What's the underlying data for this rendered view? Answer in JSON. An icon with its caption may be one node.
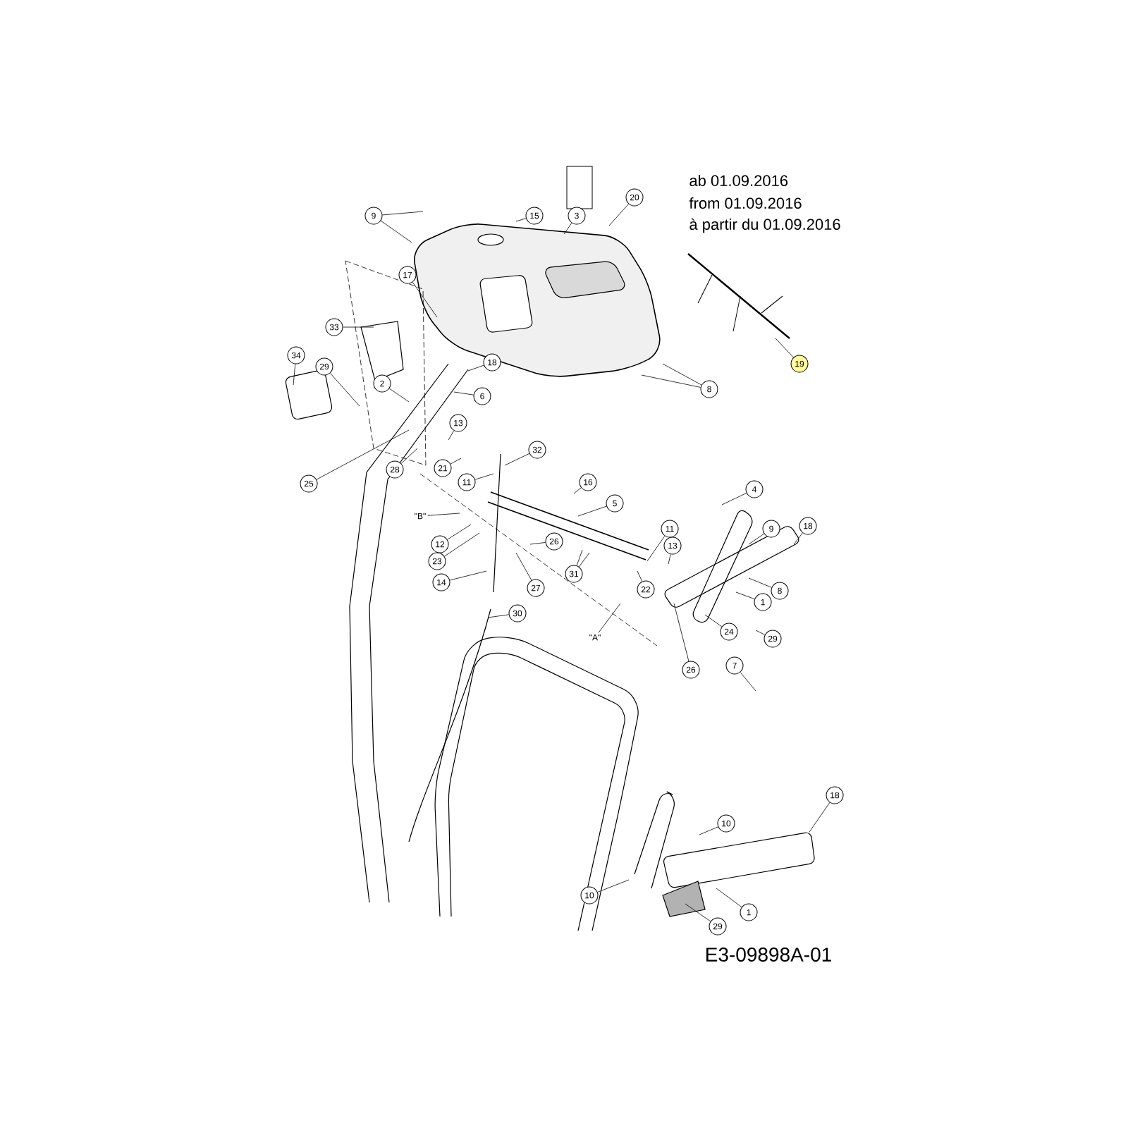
{
  "diagram": {
    "nodes": [
      {
        "text": [
          "15"
        ]
      },
      {
        "text": [
          "3"
        ]
      },
      {
        "text": [
          "20"
        ]
      },
      {
        "text": [
          "9"
        ]
      },
      {
        "text": [
          "17"
        ]
      },
      {
        "text": [
          "33"
        ]
      },
      {
        "text": [
          "34"
        ]
      },
      {
        "text": [
          "29"
        ]
      },
      {
        "text": [
          "18"
        ]
      },
      {
        "text": [
          "8"
        ]
      },
      {
        "text": [
          "19"
        ]
      },
      {
        "text": [
          "2"
        ]
      },
      {
        "text": [
          "6"
        ]
      },
      {
        "text": [
          "13"
        ]
      },
      {
        "text": [
          "32"
        ]
      },
      {
        "text": [
          "21"
        ]
      },
      {
        "text": [
          "28"
        ]
      },
      {
        "text": [
          "25"
        ]
      },
      {
        "text": [
          "11"
        ]
      },
      {
        "text": [
          "16"
        ]
      },
      {
        "text": [
          "4"
        ]
      },
      {
        "text": [
          "5"
        ]
      },
      {
        "text": [
          "\"B\""
        ]
      },
      {
        "text": [
          "9"
        ]
      },
      {
        "text": [
          "18"
        ]
      },
      {
        "text": [
          "11"
        ]
      },
      {
        "text": [
          "12"
        ]
      },
      {
        "text": [
          "26"
        ]
      },
      {
        "text": [
          "13"
        ]
      },
      {
        "text": [
          "23"
        ]
      },
      {
        "text": [
          "31"
        ]
      },
      {
        "text": [
          "14"
        ]
      },
      {
        "text": [
          "27"
        ]
      },
      {
        "text": [
          "22"
        ]
      },
      {
        "text": [
          "8"
        ]
      },
      {
        "text": [
          "1"
        ]
      },
      {
        "text": [
          "30"
        ]
      },
      {
        "text": [
          "24"
        ]
      },
      {
        "text": [
          "\"A\""
        ]
      },
      {
        "text": [
          "29"
        ]
      },
      {
        "text": [
          "26"
        ]
      },
      {
        "text": [
          "7"
        ]
      },
      {
        "text": [
          "18"
        ]
      },
      {
        "text": [
          "10"
        ]
      },
      {
        "text": [
          "10"
        ]
      },
      {
        "text": [
          "1"
        ]
      },
      {
        "text": [
          "29"
        ]
      }
    ],
    "edges": [
      {
        "from": 0,
        "to": null,
        "arrow": "none"
      },
      {
        "from": 1,
        "to": null,
        "arrow": "none"
      },
      {
        "from": 2,
        "to": null,
        "arrow": "none"
      },
      {
        "from": 3,
        "to": null,
        "arrow": "none"
      },
      {
        "from": 3,
        "to": null,
        "arrow": "none"
      },
      {
        "from": 4,
        "to": null,
        "arrow": "none"
      },
      {
        "from": 5,
        "to": null,
        "arrow": "none"
      },
      {
        "from": 6,
        "to": null,
        "arrow": "none"
      },
      {
        "from": 7,
        "to": null,
        "arrow": "none"
      },
      {
        "from": 8,
        "to": null,
        "arrow": "none"
      },
      {
        "from": 9,
        "to": null,
        "arrow": "none"
      },
      {
        "from": 9,
        "to": null,
        "arrow": "none"
      },
      {
        "from": 10,
        "to": null,
        "arrow": "none"
      },
      {
        "from": 11,
        "to": null,
        "arrow": "none"
      },
      {
        "from": 12,
        "to": null,
        "arrow": "none"
      },
      {
        "from": 13,
        "to": null,
        "arrow": "none"
      },
      {
        "from": 14,
        "to": null,
        "arrow": "none"
      },
      {
        "from": 15,
        "to": null,
        "arrow": "none"
      },
      {
        "from": 16,
        "to": null,
        "arrow": "none"
      },
      {
        "from": 17,
        "to": null,
        "arrow": "none"
      },
      {
        "from": 18,
        "to": null,
        "arrow": "none"
      },
      {
        "from": 19,
        "to": null,
        "arrow": "none"
      },
      {
        "from": 20,
        "to": null,
        "arrow": "none"
      },
      {
        "from": 21,
        "to": null,
        "arrow": "none"
      },
      {
        "from": 22,
        "to": null,
        "arrow": "none"
      },
      {
        "from": 23,
        "to": null,
        "arrow": "none"
      },
      {
        "from": 24,
        "to": null,
        "arrow": "none"
      },
      {
        "from": 25,
        "to": null,
        "arrow": "none"
      },
      {
        "from": 26,
        "to": null,
        "arrow": "none"
      },
      {
        "from": 27,
        "to": null,
        "arrow": "none"
      },
      {
        "from": 28,
        "to": null,
        "arrow": "none"
      },
      {
        "from": 29,
        "to": null,
        "arrow": "none"
      },
      {
        "from": 30,
        "to": null,
        "arrow": "none"
      },
      {
        "from": 30,
        "to": null,
        "arrow": "none"
      },
      {
        "from": 31,
        "to": null,
        "arrow": "none"
      },
      {
        "from": 32,
        "to": null,
        "arrow": "none"
      },
      {
        "from": 33,
        "to": null,
        "arrow": "none"
      },
      {
        "from": 34,
        "to": null,
        "arrow": "none"
      },
      {
        "from": 35,
        "to": null,
        "arrow": "none"
      },
      {
        "from": 36,
        "to": null,
        "arrow": "none"
      },
      {
        "from": 37,
        "to": null,
        "arrow": "none"
      },
      {
        "from": 38,
        "to": null,
        "arrow": "none"
      },
      {
        "from": 39,
        "to": null,
        "arrow": "none"
      },
      {
        "from": 40,
        "to": null,
        "arrow": "none"
      },
      {
        "from": 41,
        "to": null,
        "arrow": "none"
      },
      {
        "from": 42,
        "to": null,
        "arrow": "none"
      },
      {
        "from": 43,
        "to": null,
        "arrow": "none"
      },
      {
        "from": 44,
        "to": null,
        "arrow": "none"
      },
      {
        "from": 45,
        "to": null,
        "arrow": "none"
      },
      {
        "from": 46,
        "to": null,
        "arrow": "none"
      }
    ],
    "labels": [
      "ab 01.09.2016",
      "from 01.09.2016",
      "à partir du 01.09.2016",
      "E3-09898A-01"
    ]
  }
}
